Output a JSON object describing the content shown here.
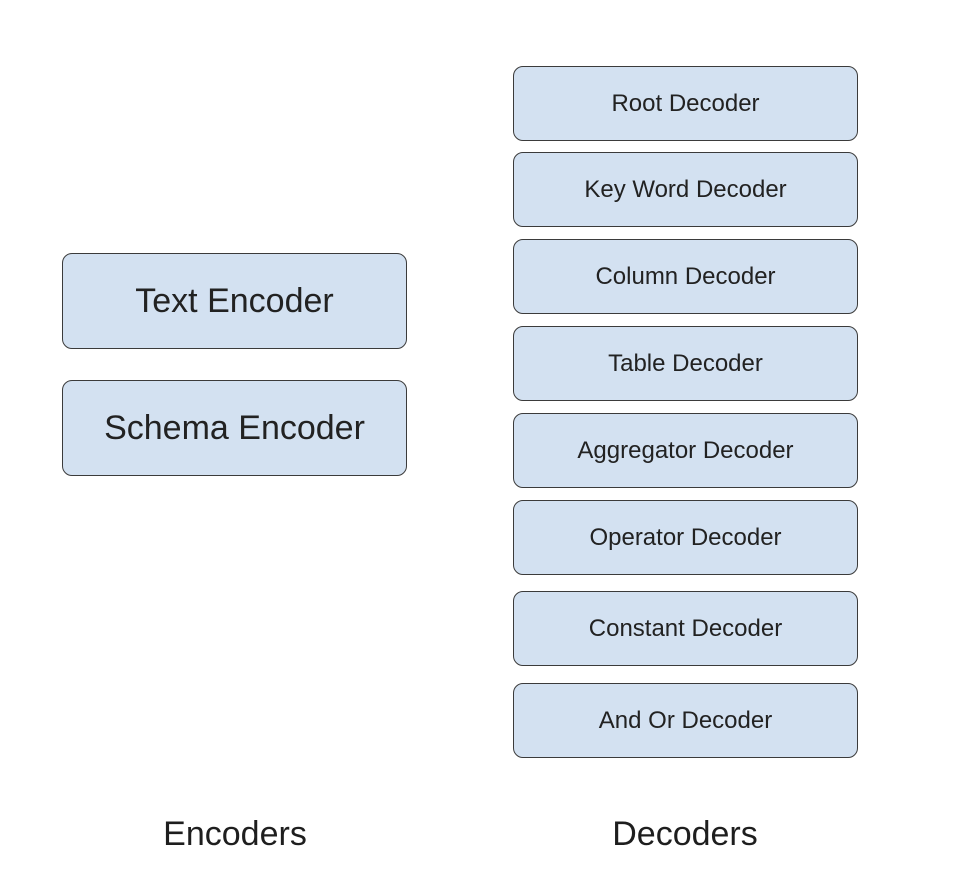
{
  "encoders": {
    "caption": "Encoders",
    "items": [
      "Text Encoder",
      "Schema Encoder"
    ]
  },
  "decoders": {
    "caption": "Decoders",
    "items": [
      "Root Decoder",
      "Key Word Decoder",
      "Column Decoder",
      "Table Decoder",
      "Aggregator Decoder",
      "Operator Decoder",
      "Constant Decoder",
      "And Or Decoder"
    ]
  },
  "colors": {
    "box_fill": "#d3e1f1",
    "box_border": "#3b3b3b"
  }
}
